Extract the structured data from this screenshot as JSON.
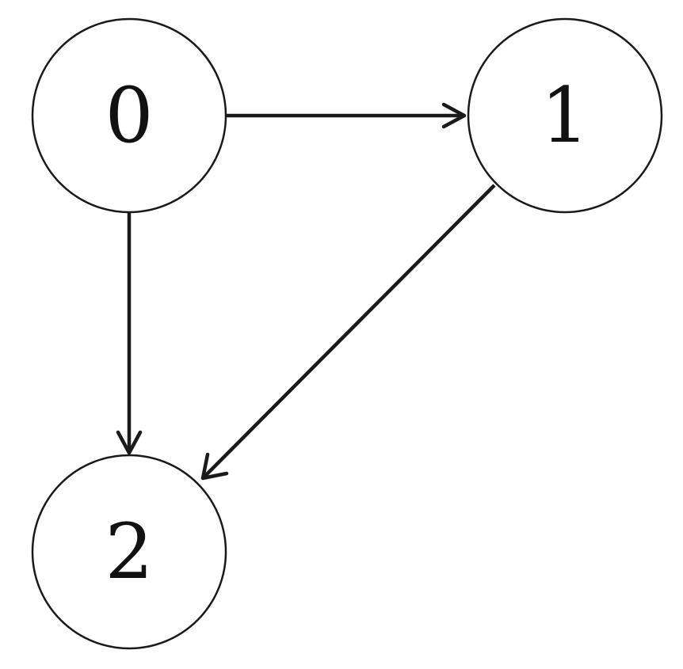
{
  "graph": {
    "nodes": [
      {
        "id": "0",
        "label": "0"
      },
      {
        "id": "1",
        "label": "1"
      },
      {
        "id": "2",
        "label": "2"
      }
    ],
    "edges": [
      {
        "from": "0",
        "to": "1",
        "directed": true
      },
      {
        "from": "0",
        "to": "2",
        "directed": true
      },
      {
        "from": "1",
        "to": "2",
        "directed": true
      }
    ]
  }
}
